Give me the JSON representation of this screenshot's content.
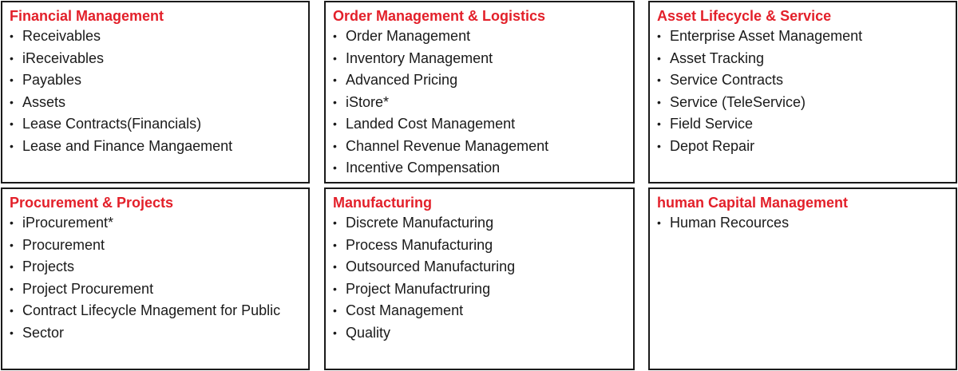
{
  "boxes": [
    {
      "title": "Financial Management",
      "items": [
        "Receivables",
        "iReceivables",
        "Payables",
        "Assets",
        "Lease Contracts(Financials)",
        "Lease and Finance Mangaement"
      ]
    },
    {
      "title": "Order Management & Logistics",
      "items": [
        "Order Management",
        "Inventory Management",
        "Advanced Pricing",
        "iStore*",
        "Landed Cost Management",
        "Channel Revenue Management",
        "Incentive Compensation"
      ]
    },
    {
      "title": "Asset Lifecycle & Service",
      "items": [
        "Enterprise Asset Management",
        "Asset Tracking",
        "Service Contracts",
        "Service (TeleService)",
        "Field Service",
        "Depot Repair"
      ]
    },
    {
      "title": "Procurement & Projects",
      "items": [
        "iProcurement*",
        "Procurement",
        "Projects",
        "Project Procurement",
        "Contract Lifecycle Mnagement for Public",
        "Sector"
      ]
    },
    {
      "title": "Manufacturing",
      "items": [
        "Discrete Manufacturing",
        "Process Manufacturing",
        "Outsourced Manufacturing",
        "Project Manufactruring",
        "Cost Management",
        "Quality"
      ]
    },
    {
      "title": "human Capital Management",
      "items": [
        "Human Recources"
      ]
    }
  ],
  "bullet": "•",
  "colors": {
    "title": "#e3202a",
    "text": "#1a1a1a",
    "border": "#1a1a1a",
    "background": "#ffffff"
  }
}
